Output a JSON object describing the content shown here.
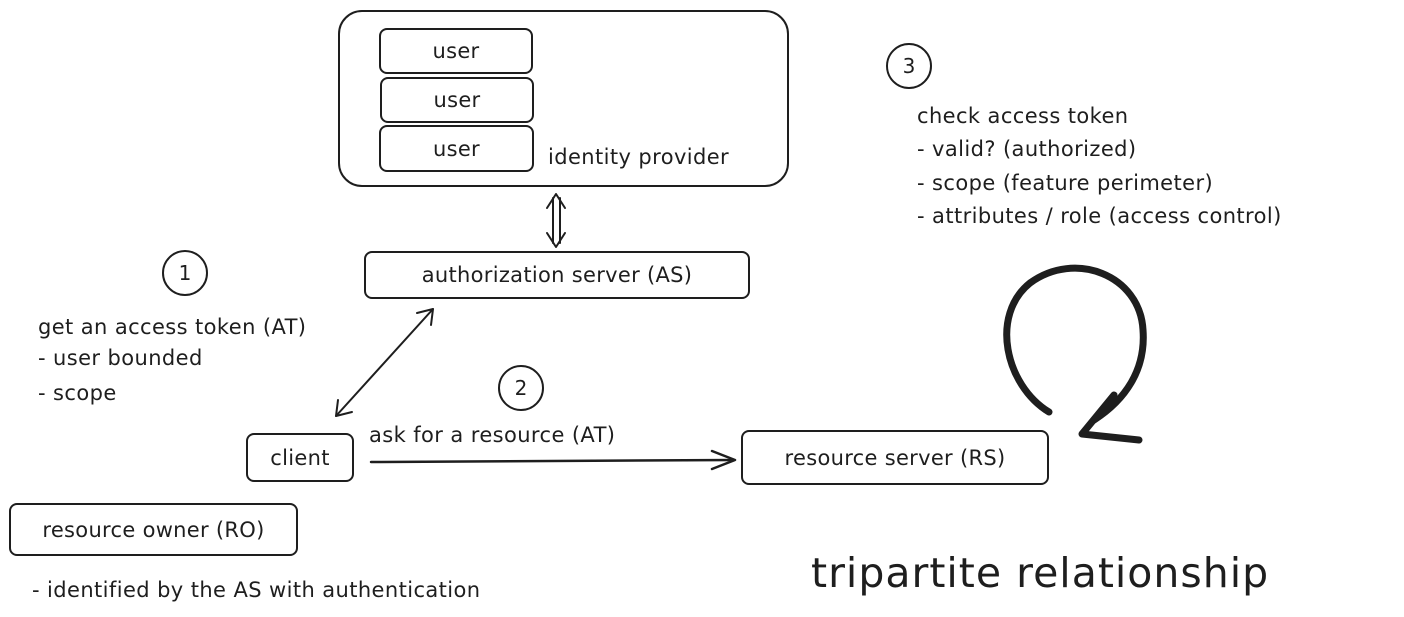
{
  "identity_provider": {
    "label": "identity provider",
    "users": [
      "user",
      "user",
      "user"
    ]
  },
  "authorization_server": {
    "label": "authorization server (AS)"
  },
  "client": {
    "label": "client"
  },
  "resource_server": {
    "label": "resource server (RS)"
  },
  "resource_owner": {
    "label": "resource owner (RO)",
    "note": "- identified by the AS with authentication"
  },
  "step1": {
    "number": "1",
    "lines": [
      "get an access token (AT)",
      "- user bounded",
      "- scope"
    ]
  },
  "step2": {
    "number": "2",
    "label": "ask for a resource (AT)"
  },
  "step3": {
    "number": "3",
    "lines": [
      "check access token",
      "- valid? (authorized)",
      "- scope (feature perimeter)",
      "- attributes / role (access control)"
    ]
  },
  "title": "tripartite relationship"
}
